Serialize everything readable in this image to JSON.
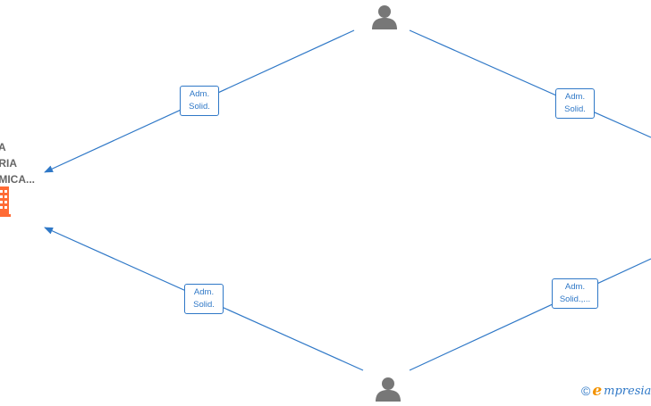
{
  "company": {
    "name_lines": [
      "A",
      "ORIA",
      "OMICA..."
    ],
    "icon": "building-icon",
    "icon_color": "#ff6b35"
  },
  "persons": [
    {
      "icon": "person-icon",
      "color": "#777777"
    },
    {
      "icon": "person-icon",
      "color": "#777777"
    }
  ],
  "edges": [
    {
      "line1": "Adm.",
      "line2": "Solid."
    },
    {
      "line1": "Adm.",
      "line2": "Solid."
    },
    {
      "line1": "Adm.",
      "line2": "Solid."
    },
    {
      "line1": "Adm.",
      "line2": "Solid.,..."
    }
  ],
  "edge_color": "#2f78c7",
  "brand": {
    "copyright": "©",
    "e": "e",
    "name": "mpresia"
  }
}
